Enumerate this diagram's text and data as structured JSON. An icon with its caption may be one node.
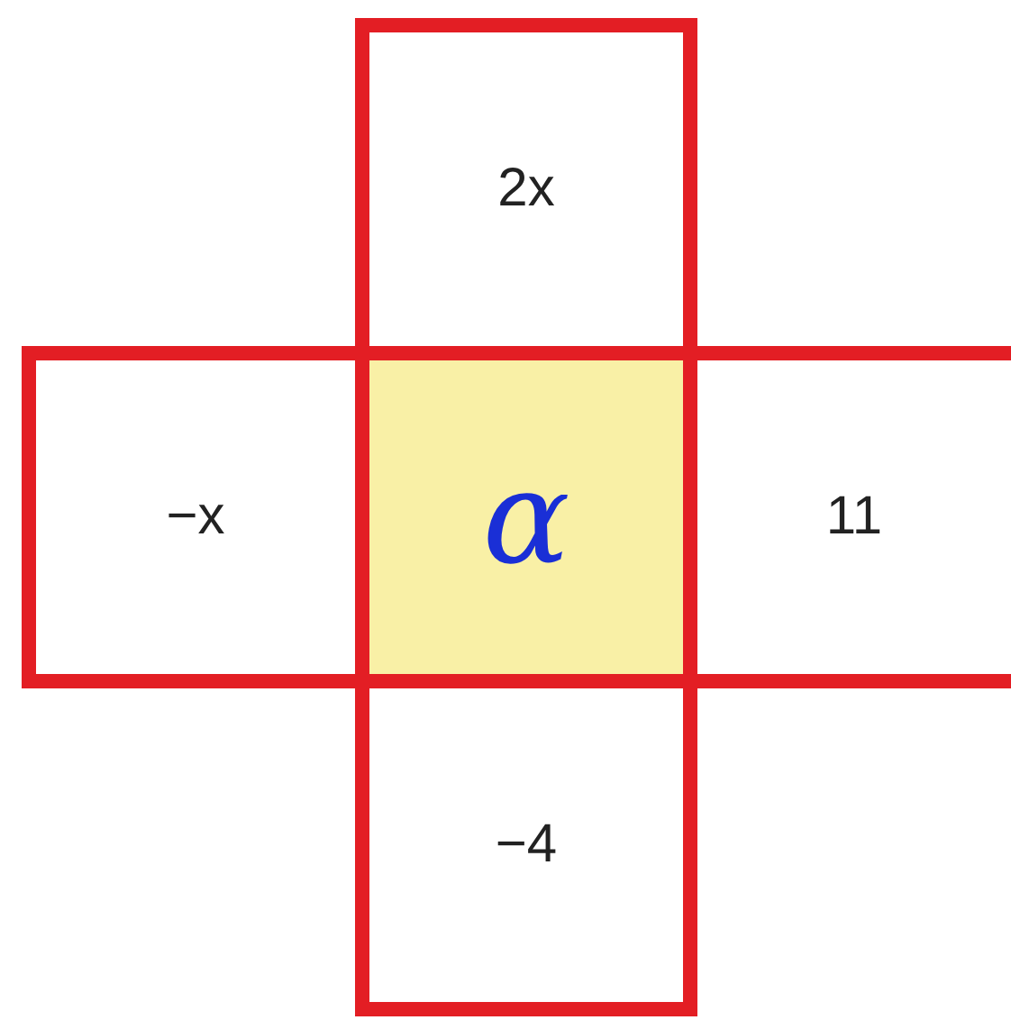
{
  "diagram": {
    "nodes": [
      {
        "text": [
          "2x"
        ]
      },
      {
        "text": [
          "−x"
        ]
      },
      {
        "text": [
          "α"
        ]
      },
      {
        "text": [
          "11"
        ]
      },
      {
        "text": [
          "−4"
        ]
      }
    ]
  }
}
